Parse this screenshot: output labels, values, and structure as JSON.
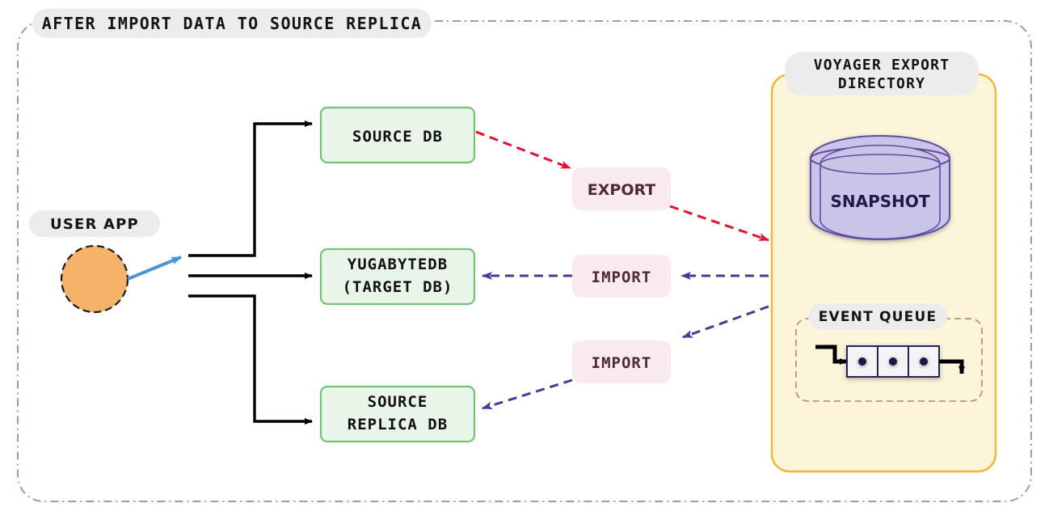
{
  "diagram": {
    "title": "AFTER IMPORT DATA TO SOURCE REPLICA",
    "outer_border_color": "#b99384",
    "background": "#ffffff"
  },
  "pill_style": {
    "fill": "#ececec",
    "text_color": "#141414"
  },
  "user_app": {
    "label": "USER APP",
    "node_name": "user-app-circle",
    "fill": "#f7b26a",
    "stroke": "#1a1a1a",
    "arrow_color": "#4e94ce"
  },
  "databases": [
    {
      "id": "source-db",
      "lines": [
        "SOURCE DB"
      ],
      "fill": "#eaf5ea",
      "stroke": "#74c274",
      "text_color": "#111111"
    },
    {
      "id": "yugabytedb-target-db",
      "lines": [
        "YUGABYTEDB",
        "(TARGET DB)"
      ],
      "fill": "#eaf5ea",
      "stroke": "#74c274",
      "text_color": "#111111"
    },
    {
      "id": "source-replica-db",
      "lines": [
        "SOURCE",
        "REPLICA DB"
      ],
      "fill": "#eaf5ea",
      "stroke": "#74c274",
      "text_color": "#111111"
    }
  ],
  "flow_labels": [
    {
      "id": "export-label",
      "text": "EXPORT",
      "fill": "#f8eaf0",
      "text_color": "#4e2a38",
      "arrow_color": "#e8112d"
    },
    {
      "id": "import-label-target",
      "text": "IMPORT",
      "fill": "#f8eaf0",
      "text_color": "#4e2a38",
      "arrow_color": "#4f3795"
    },
    {
      "id": "import-label-replica",
      "text": "IMPORT",
      "fill": "#f8eaf0",
      "text_color": "#4e2a38",
      "arrow_color": "#4f3795"
    }
  ],
  "voyager": {
    "label_lines": [
      "VOYAGER EXPORT",
      "DIRECTORY"
    ],
    "fill": "#fdf5da",
    "stroke": "#f0b83a",
    "snapshot": {
      "label": "SNAPSHOT",
      "fill": "#cac4e8",
      "stroke": "#5f4e9e",
      "text_color": "#221a4a"
    },
    "event_queue": {
      "label": "EVENT QUEUE",
      "border_color": "#b99384",
      "cells": 3,
      "cell_fill": "#f4f4f7",
      "cell_stroke": "#25215a",
      "dot_color": "#1d1840",
      "arrow_color": "#000000"
    }
  }
}
